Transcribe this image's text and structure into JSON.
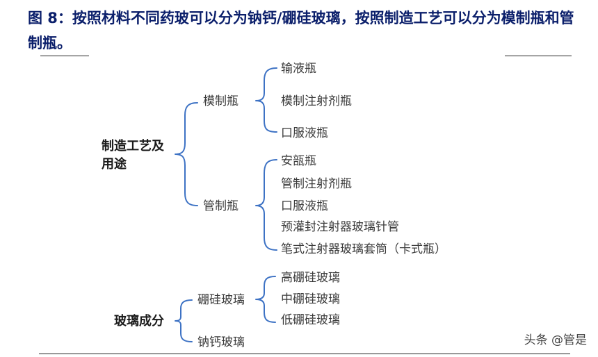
{
  "caption": "图 8：按照材料不同药玻可以分为钠钙/硼硅玻璃，按照制造工艺可以分为模制瓶和管制瓶。",
  "tree": [
    {
      "label": "制造工艺及用途",
      "lines": [
        "制造工艺及",
        "用途"
      ],
      "children": [
        {
          "label": "模制瓶",
          "children": [
            "输液瓶",
            "模制注射剂瓶",
            "口服液瓶"
          ]
        },
        {
          "label": "管制瓶",
          "children": [
            "安瓿瓶",
            "管制注射剂瓶",
            "口服液瓶",
            "预灌封注射器玻璃针管",
            "笔式注射器玻璃套筒（卡式瓶）"
          ]
        }
      ]
    },
    {
      "label": "玻璃成分",
      "lines": [
        "玻璃成分"
      ],
      "children": [
        {
          "label": "硼硅玻璃",
          "children": [
            "高硼硅玻璃",
            "中硼硅玻璃",
            "低硼硅玻璃"
          ]
        },
        {
          "label": "钠钙玻璃",
          "children": []
        }
      ]
    }
  ],
  "watermark": "头条 @管是"
}
